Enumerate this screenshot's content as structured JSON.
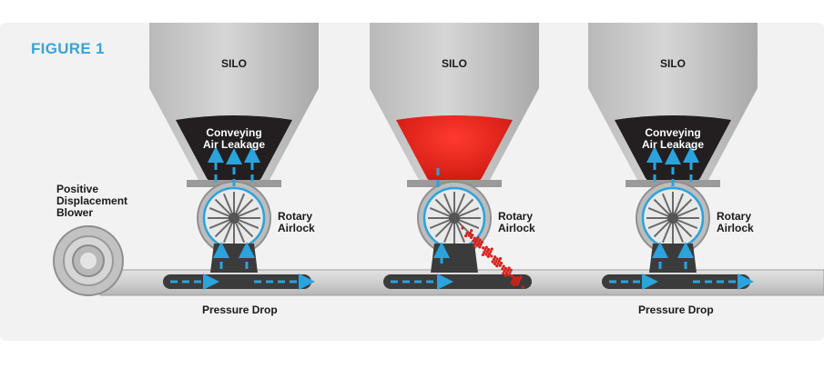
{
  "figure_label": "FIGURE 1",
  "blower_label": [
    "Positive",
    "Displacement",
    "Blower"
  ],
  "silos": [
    {
      "silo_label": "SILO",
      "hopper_text": [
        "Conveying",
        "Air Leakage"
      ],
      "airlock_label": [
        "Rotary",
        "Airlock"
      ],
      "bottom_label": "Pressure Drop",
      "hopper_fill": "#231f20"
    },
    {
      "silo_label": "SILO",
      "hopper_text": [],
      "airlock_label": [
        "Rotary",
        "Airlock"
      ],
      "bottom_label": "",
      "hopper_fill": "#e0251b"
    },
    {
      "silo_label": "SILO",
      "hopper_text": [
        "Conveying",
        "Air Leakage"
      ],
      "airlock_label": [
        "Rotary",
        "Airlock"
      ],
      "bottom_label": "Pressure Drop",
      "hopper_fill": "#231f20"
    }
  ],
  "colors": {
    "background_panel": "#f2f2f2",
    "silo_gray": "#c9c9c9",
    "pipe_gray": "#d4d4d4",
    "arrow_blue": "#2ba3dc",
    "material_red": "#d8201a",
    "title_blue": "#3aa3d8"
  },
  "icons": [
    "silo",
    "rotary-airlock-rotor",
    "air-flow-arrow",
    "blower-fan"
  ]
}
